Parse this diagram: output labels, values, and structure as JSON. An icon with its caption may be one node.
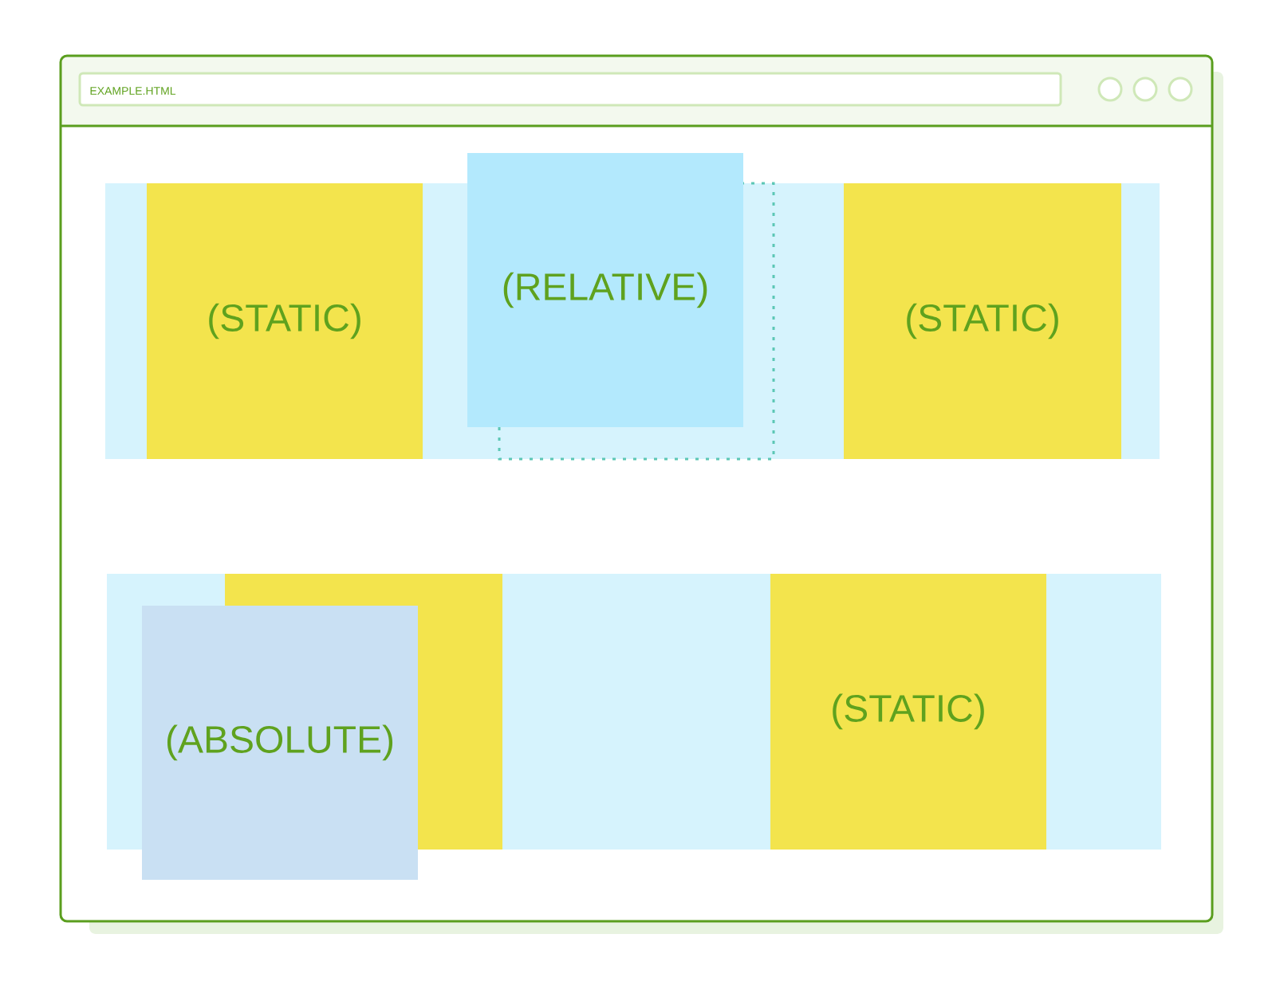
{
  "diagram": {
    "nodes": [
      {
        "text": [],
        "shape": "box"
      },
      {
        "text": [
          "(STATIC)"
        ],
        "in": 0
      },
      {
        "text": [
          "(RELATIVE)"
        ]
      },
      {
        "text": [
          "(STATIC)"
        ],
        "in": 0
      },
      {
        "text": [],
        "shape": "box"
      },
      {
        "text": [],
        "shape": "box",
        "in": 4
      },
      {
        "text": [
          "(ABSOLUTE)"
        ]
      },
      {
        "text": [
          "(STATIC)"
        ],
        "in": 4
      }
    ],
    "labels": [
      "EXAMPLE.HTML"
    ]
  }
}
